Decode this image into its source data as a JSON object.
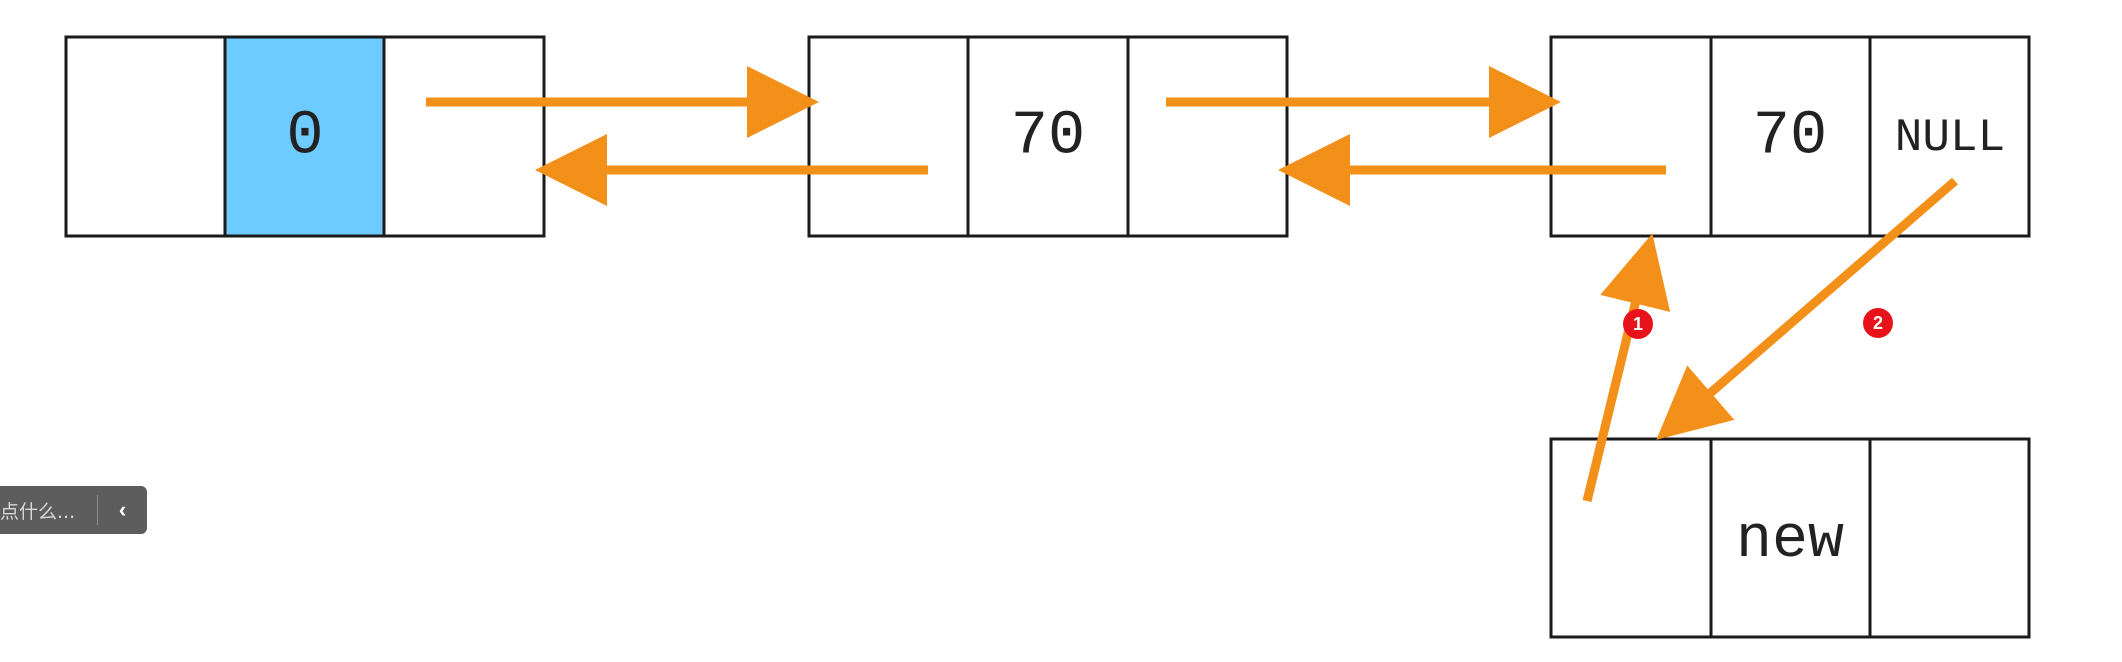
{
  "nodes": [
    {
      "id": "node-1",
      "value": "0",
      "next": "",
      "highlight_color": "#6ecbff"
    },
    {
      "id": "node-2",
      "value": "70",
      "next": ""
    },
    {
      "id": "node-3",
      "value": "70",
      "next": "NULL"
    },
    {
      "id": "node-new",
      "value": "new",
      "next": ""
    }
  ],
  "badges": {
    "step1": "1",
    "step2": "2"
  },
  "colors": {
    "arrow": "#f39019",
    "badge": "#e8121a",
    "border": "#1a1a1a",
    "highlight": "#6ecbff"
  },
  "side_tool": {
    "hint": "点什么...",
    "collapse_icon": "chevron-left-icon",
    "collapse_glyph": "‹"
  }
}
